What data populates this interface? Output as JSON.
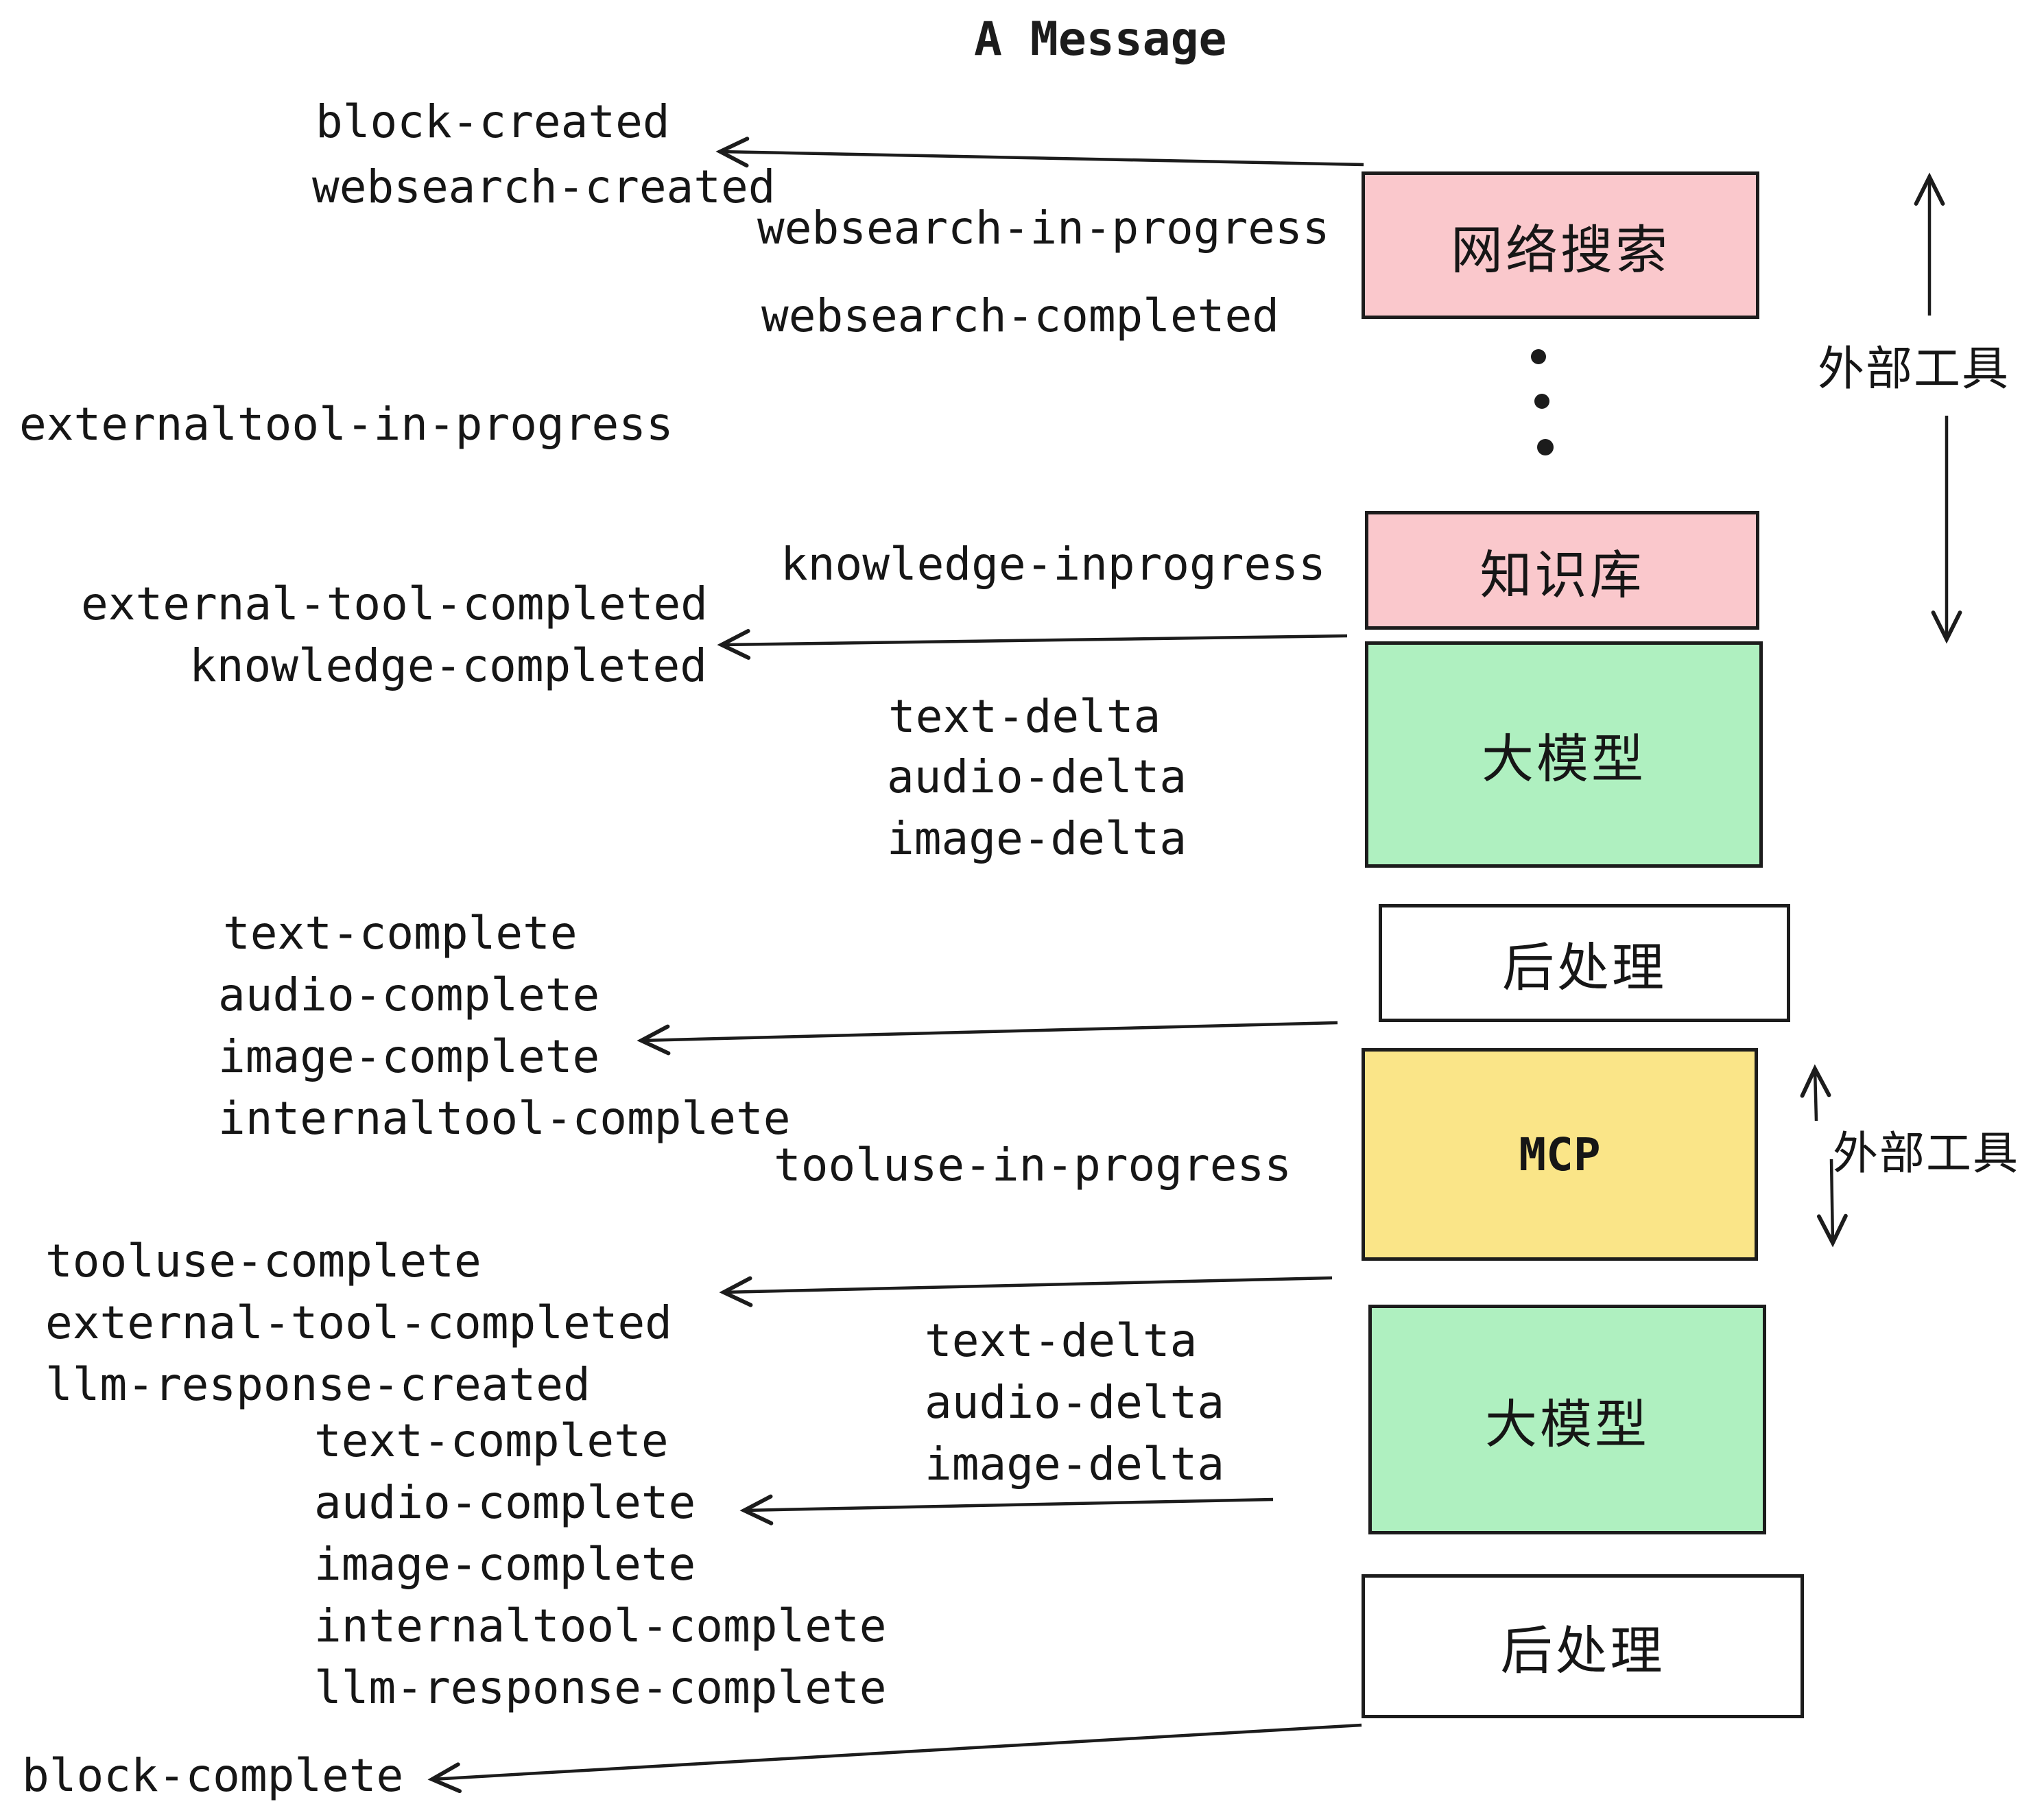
{
  "title": "A Message",
  "colors": {
    "external_tool_box": "#FAC8CC",
    "llm_box": "#AFF0C0",
    "mcp_box": "#FAE588",
    "post_box": "#FFFFFF",
    "ink": "#1C1C1C"
  },
  "boxes": {
    "websearch": {
      "label": "网络搜索"
    },
    "knowledge": {
      "label": "知识库"
    },
    "llm1": {
      "label": "大模型"
    },
    "post1": {
      "label": "后处理"
    },
    "mcp": {
      "label": "MCP"
    },
    "llm2": {
      "label": "大模型"
    },
    "post2": {
      "label": "后处理"
    }
  },
  "annotations": {
    "external_tools_top": "外部工具",
    "external_tools_mid": "外部工具"
  },
  "events": {
    "block_created": "block-created",
    "websearch_created": "websearch-created",
    "websearch_in_progress": "websearch-in-progress",
    "websearch_completed": "websearch-completed",
    "externaltool_in_progress": "externaltool-in-progress",
    "knowledge_inprogress": "knowledge-inprogress",
    "external_tool_completed": "external-tool-completed",
    "knowledge_completed": "knowledge-completed",
    "text_delta": "text-delta",
    "audio_delta": "audio-delta",
    "image_delta": "image-delta",
    "text_complete": "text-complete",
    "audio_complete": "audio-complete",
    "image_complete": "image-complete",
    "internaltool_complete": "internaltool-complete",
    "tooluse_in_progress": "tooluse-in-progress",
    "tooluse_complete": "tooluse-complete",
    "external_tool_completed2": "external-tool-completed",
    "llm_response_created": "llm-response-created",
    "text_delta2": "text-delta",
    "audio_delta2": "audio-delta",
    "image_delta2": "image-delta",
    "text_complete2": "text-complete",
    "audio_complete2": "audio-complete",
    "image_complete2": "image-complete",
    "internaltool_complete2": "internaltool-complete",
    "llm_response_complete": "llm-response-complete",
    "block_complete": "block-complete"
  }
}
